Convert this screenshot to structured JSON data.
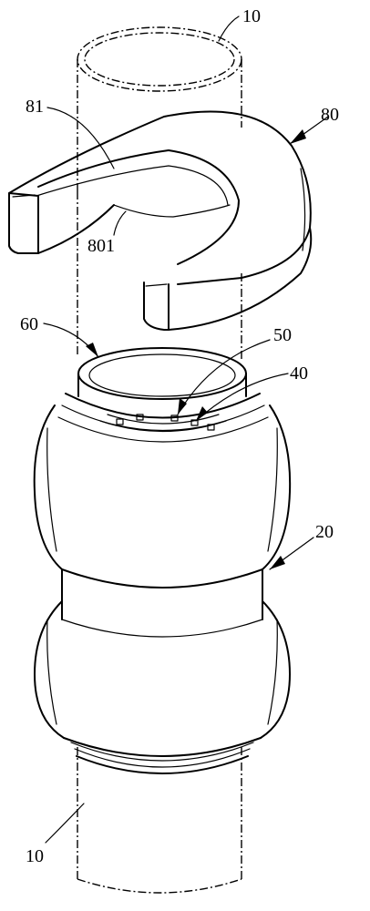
{
  "labels": {
    "pipe_top": "10",
    "pipe_bottom": "10",
    "clip": "80",
    "clip_face": "81",
    "clip_opening": "801",
    "collar": "60",
    "ring": "50",
    "teeth": "40",
    "fitting": "20"
  }
}
